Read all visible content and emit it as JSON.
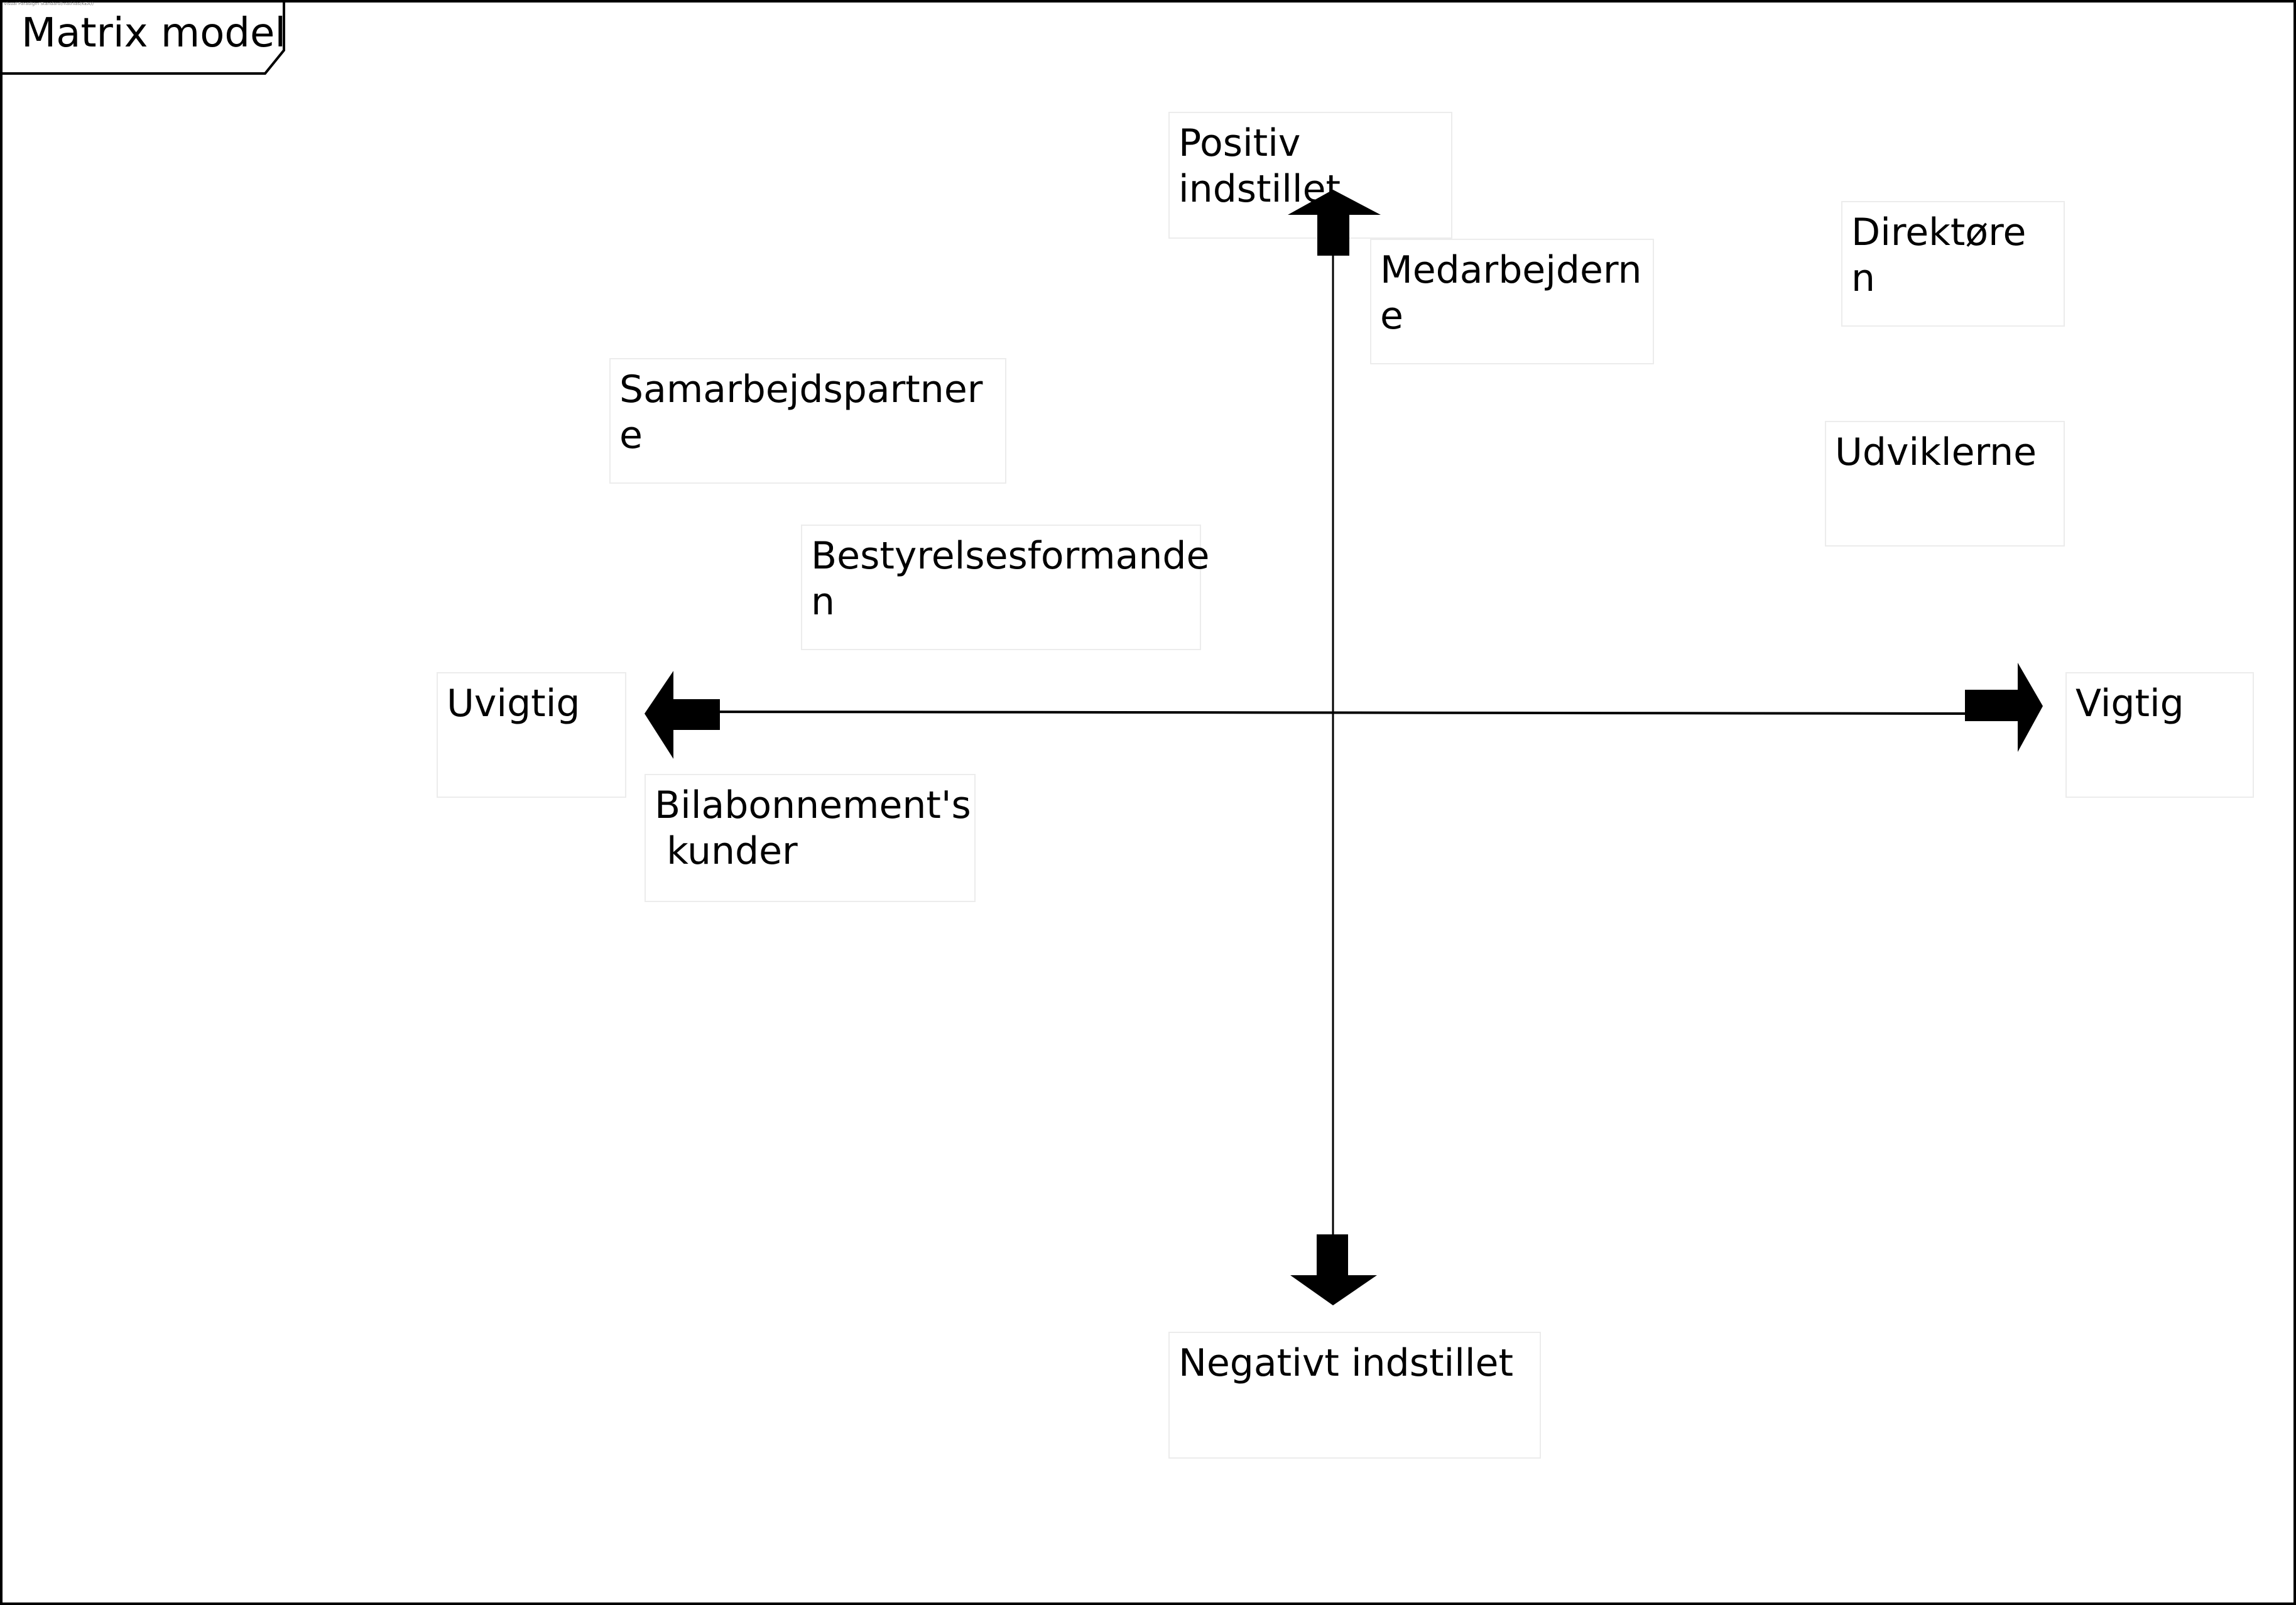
{
  "diagram": {
    "tiny_header": "Visual Paradigm Standard(mathias(KEA))",
    "title": "Matrix model",
    "labels": {
      "positiv": "Positiv\nindstillet",
      "negativ": "Negativt indstillet",
      "uvigtig": "Uvigtig",
      "vigtig": "Vigtig"
    },
    "stakeholders": {
      "medarbejderne": "Medarbejdern\ne",
      "direktoren": "Direktøre\nn",
      "samarbejdspartnere": "Samarbejdspartner\ne",
      "udviklerne": "Udviklerne",
      "bestyrelsesformanden": "Bestyrelsesformande\nn",
      "bilabonnement_kunder": "Bilabonnement's\n kunder"
    }
  }
}
